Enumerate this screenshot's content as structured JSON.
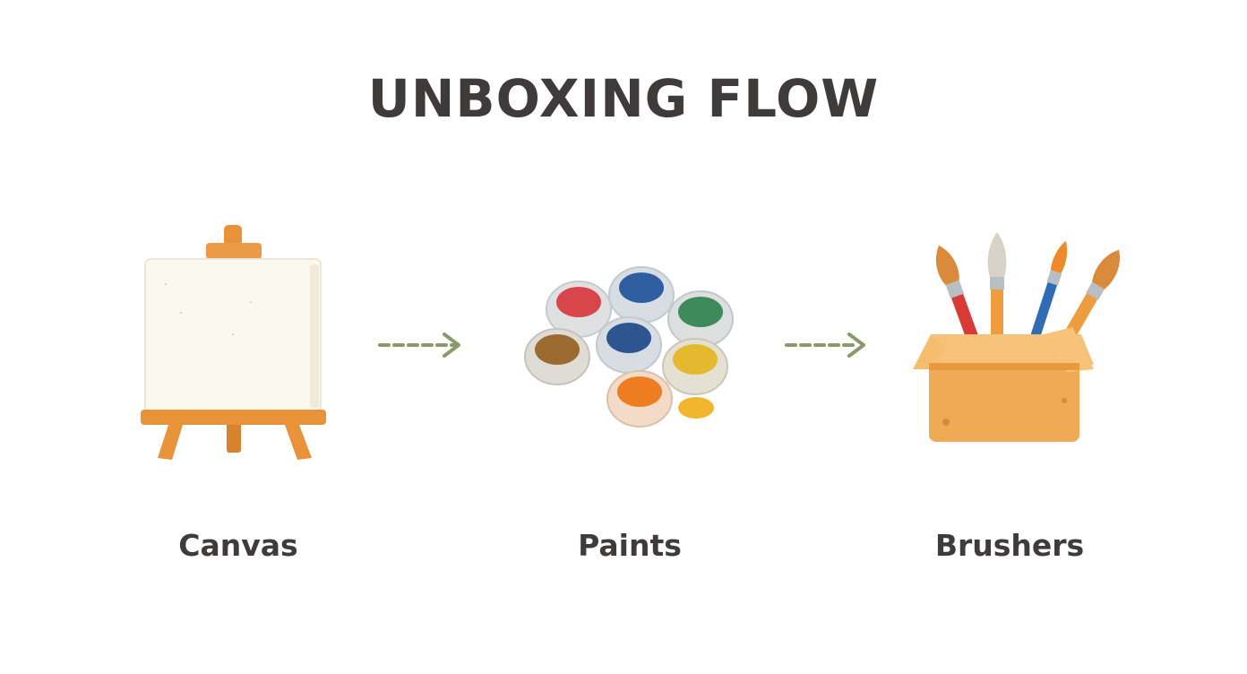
{
  "title": "UNBOXING FLOW",
  "steps": [
    {
      "label": "Canvas",
      "icon": "easel-canvas-icon"
    },
    {
      "label": "Paints",
      "icon": "paint-pots-icon"
    },
    {
      "label": "Brushers",
      "icon": "brush-box-icon"
    }
  ],
  "colors": {
    "text": "#3f3b3b",
    "wood": "#e8923a",
    "canvas": "#fbf8ef",
    "arrow": "#8a9a6b",
    "box": "#f0aa55"
  }
}
